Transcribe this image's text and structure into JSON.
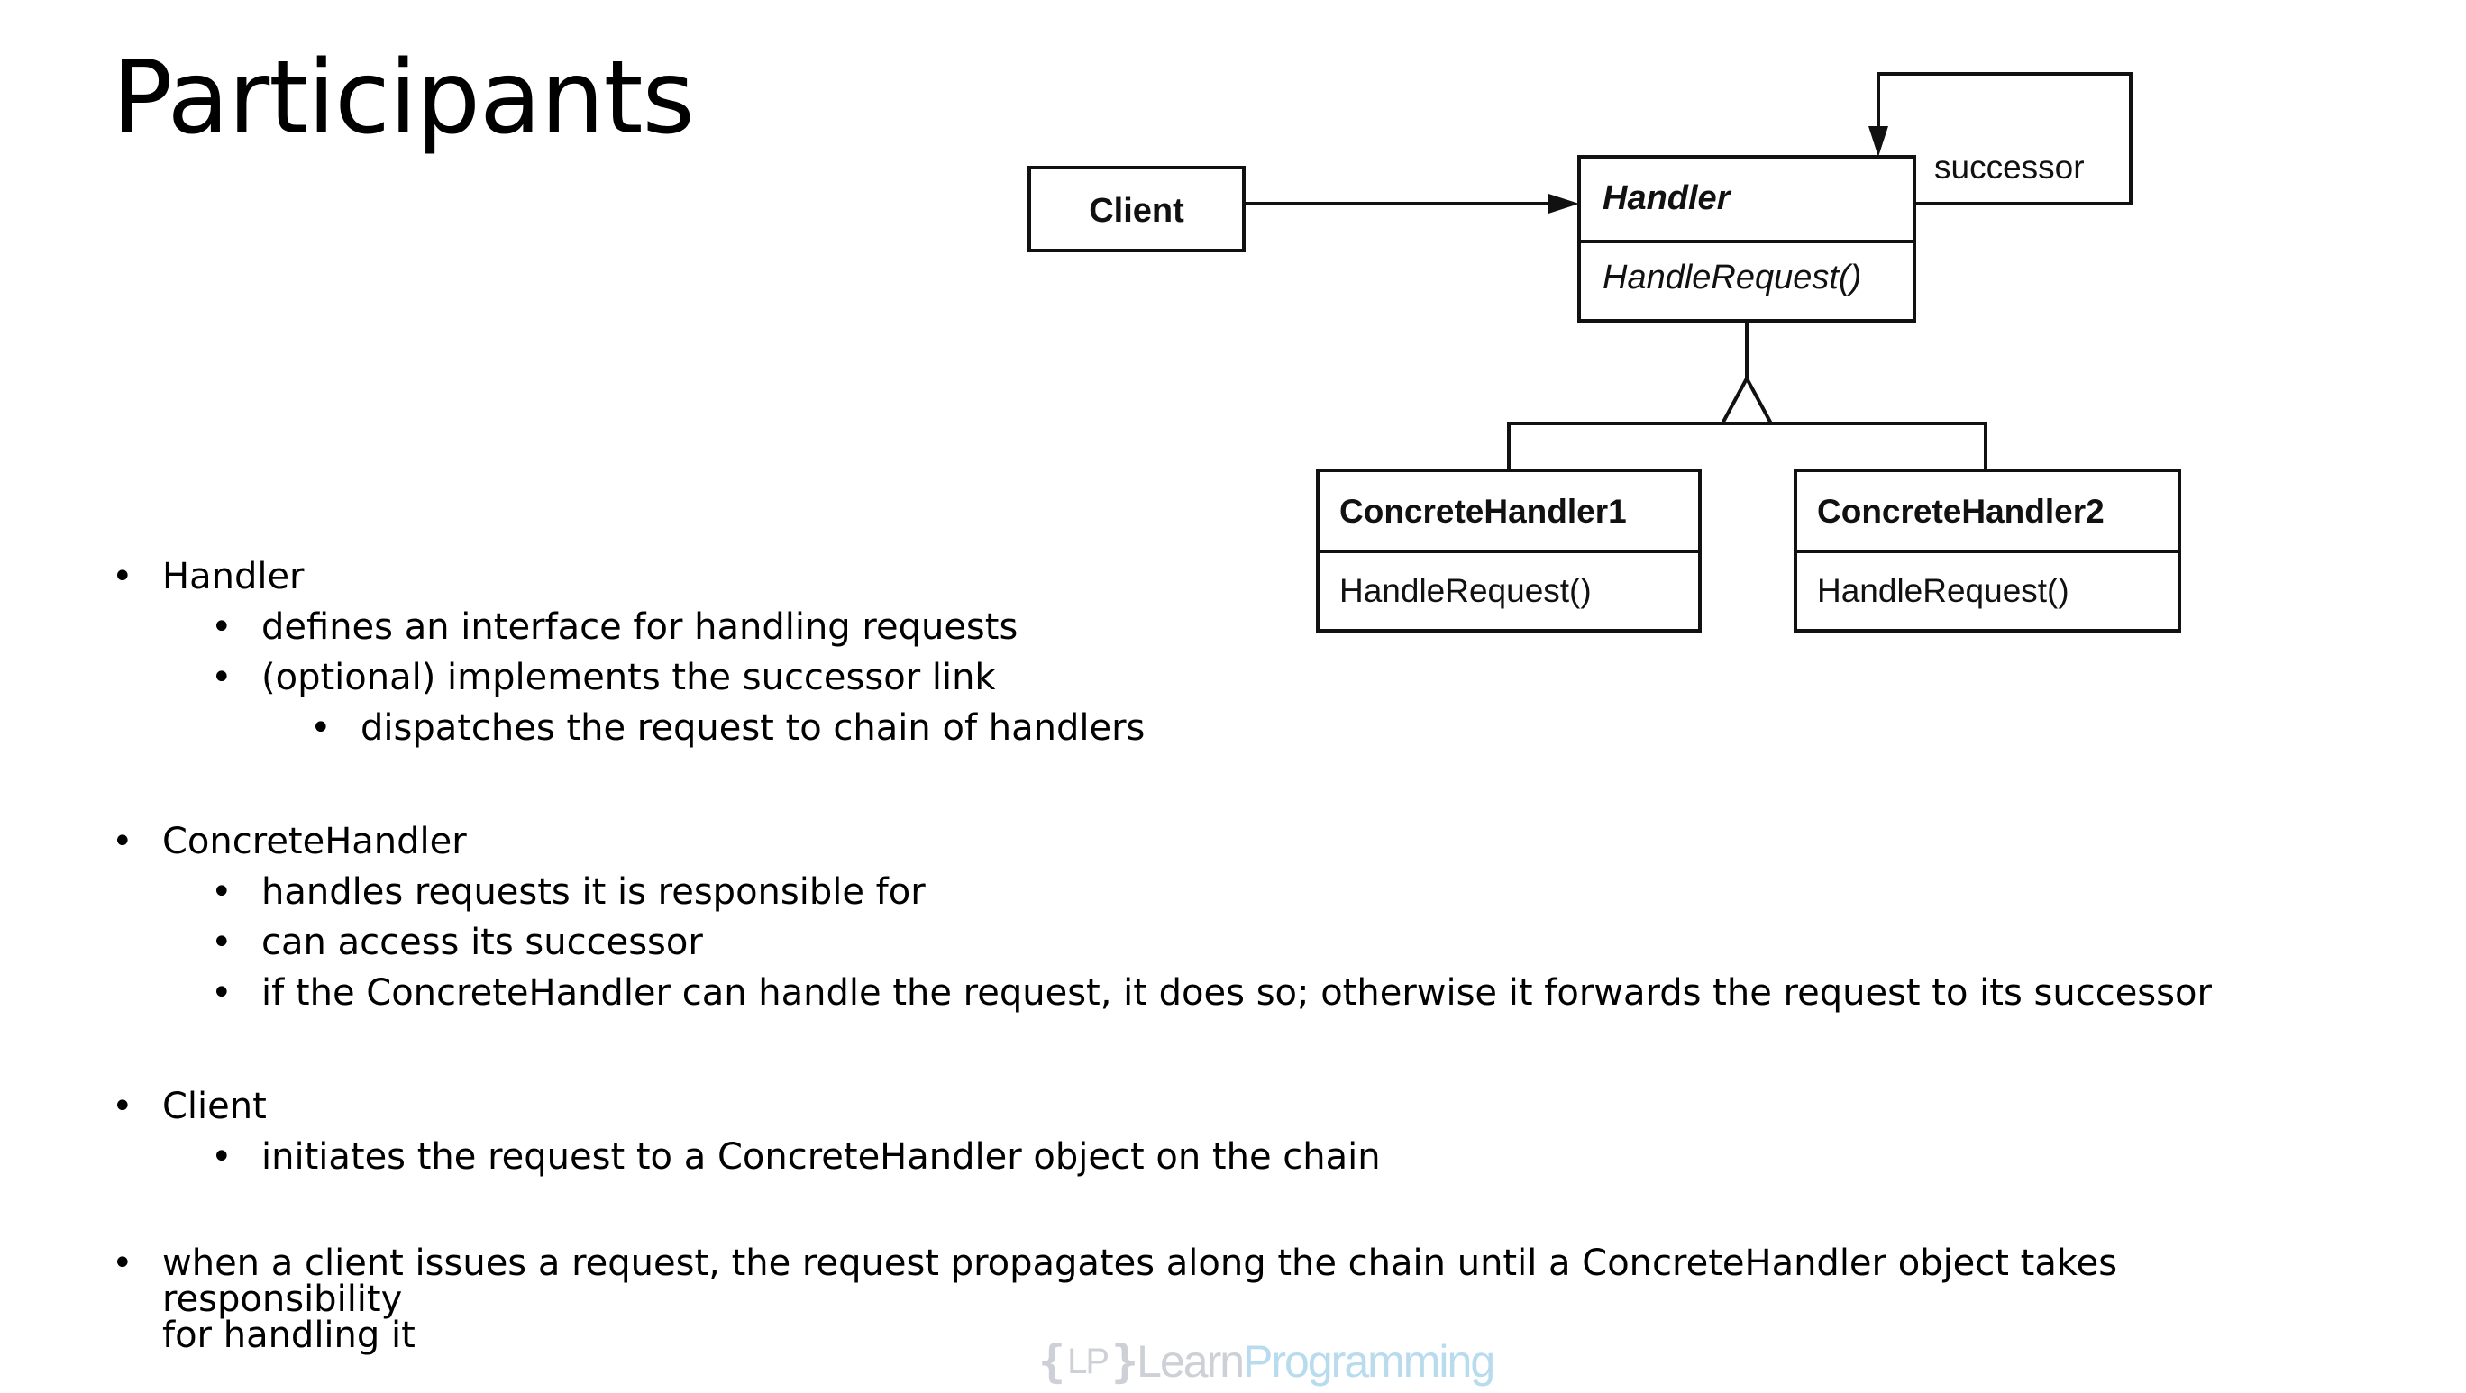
{
  "title": "Participants",
  "diagram": {
    "client": "Client",
    "handler": {
      "name": "Handler",
      "method": "HandleRequest()"
    },
    "successor_label": "successor",
    "concrete1": {
      "name": "ConcreteHandler1",
      "method": "HandleRequest()"
    },
    "concrete2": {
      "name": "ConcreteHandler2",
      "method": "HandleRequest()"
    }
  },
  "bullets": {
    "handler": {
      "label": "Handler",
      "items": [
        "defines an interface for handling requests",
        "(optional) implements the successor link"
      ],
      "subitem": "dispatches the request to chain of handlers"
    },
    "concrete": {
      "label": "ConcreteHandler",
      "items": [
        "handles requests it is responsible for",
        "can access its successor",
        "if the ConcreteHandler can handle the request, it does so; otherwise it forwards the request to its successor"
      ]
    },
    "client": {
      "label": "Client",
      "items": [
        "initiates the request to a ConcreteHandler object on the chain"
      ]
    },
    "propagation": {
      "line1": "when a client issues a request, the request propagates along the chain until a ConcreteHandler object takes responsibility",
      "line2": "for handling it"
    }
  },
  "watermark": {
    "brace_open": "{",
    "monogram": "LP",
    "brace_close": "}",
    "word1": "Learn",
    "word2": "Programming"
  }
}
